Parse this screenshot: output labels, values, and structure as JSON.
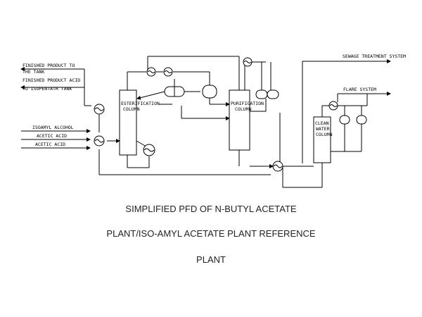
{
  "diagram": {
    "inputs": {
      "finished_product_1": "FINISHED PRODUCT TO",
      "finished_product_2": "THE TANK",
      "finished_product_acid_1": "FINISHED PRODUCT ACID",
      "finished_product_acid_2": "TO ISOPENTATR TANK",
      "isoamyl_alcohol": "ISOAMYL ALCOHOL",
      "acetic_acid_1": "ACETIC ACID",
      "acetic_acid_2": "ACETIC ACID"
    },
    "equipment": {
      "esterification_1": "ESTERIFICATION",
      "esterification_2": "COLUMN",
      "purification_1": "PURIFICATION",
      "purification_2": "COLUMN",
      "clean_water_1": "CLEAN",
      "clean_water_2": "WATER",
      "clean_water_3": "COLUMN"
    },
    "outputs": {
      "sewage": "SEWAGE TREATMENT SYSTEM",
      "flare": "FLARE SYSTEM"
    }
  },
  "caption": {
    "line1": "SIMPLIFIED PFD OF N-BUTYL ACETATE",
    "line2": "PLANT/ISO-AMYL ACETATE PLANT REFERENCE",
    "line3": "PLANT"
  }
}
